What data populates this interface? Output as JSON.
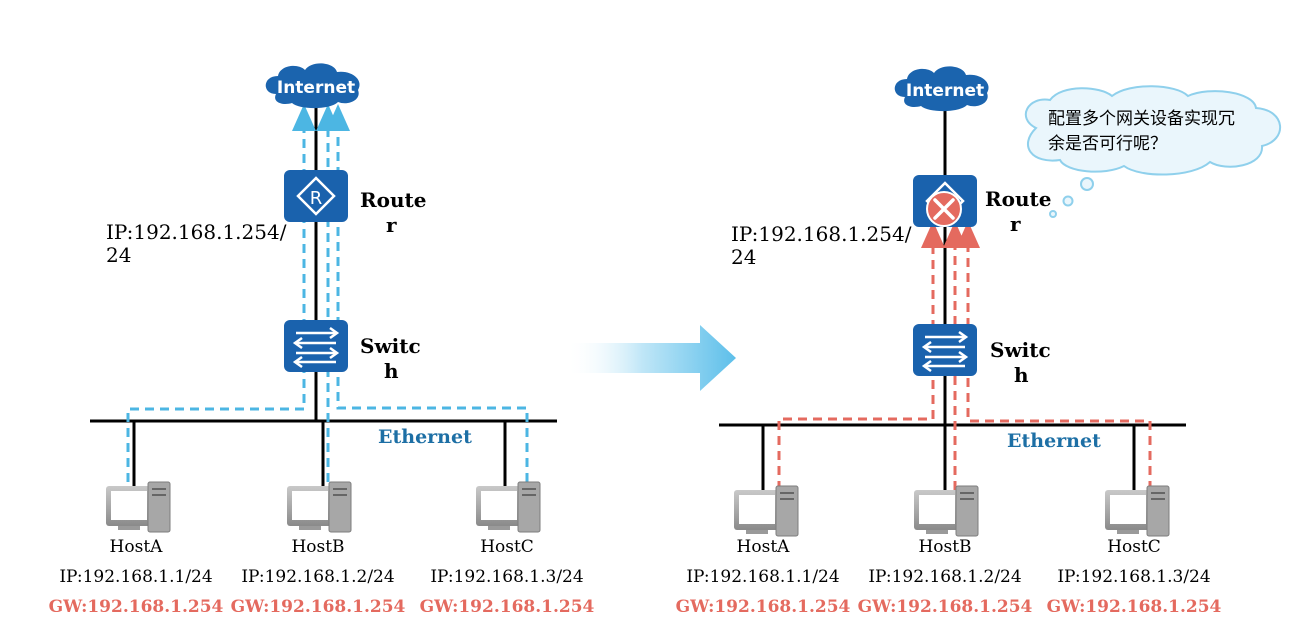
{
  "colors": {
    "device_blue": "#1a62ad",
    "cloud_blue": "#1b64ae",
    "flow_blue": "#4cb6e3",
    "flow_red": "#e46a5f",
    "ethernet_label": "#1d6fa5",
    "gateway_red": "#e46a5f",
    "thought_fill": "#eaf6fc",
    "thought_stroke": "#8fd0ec",
    "arrow_fill": "#6fc6ec"
  },
  "left": {
    "internet_label": "Internet",
    "router_label_1": "Route",
    "router_label_2": "r",
    "router_ip_1": "IP:192.168.1.254/",
    "router_ip_2": "24",
    "switch_label_1": "Switc",
    "switch_label_2": "h",
    "ethernet_label": "Ethernet",
    "hosts": [
      {
        "name": "HostA",
        "ip": "IP:192.168.1.1/24",
        "gw": "GW:192.168.1.254"
      },
      {
        "name": "HostB",
        "ip": "IP:192.168.1.2/24",
        "gw": "GW:192.168.1.254"
      },
      {
        "name": "HostC",
        "ip": "IP:192.168.1.3/24",
        "gw": "GW:192.168.1.254"
      }
    ]
  },
  "right": {
    "internet_label": "Internet",
    "router_label_1": "Route",
    "router_label_2": "r",
    "router_ip_1": "IP:192.168.1.254/",
    "router_ip_2": "24",
    "switch_label_1": "Switc",
    "switch_label_2": "h",
    "ethernet_label": "Ethernet",
    "thought_line_1": "配置多个网关设备实现冗",
    "thought_line_2": "余是否可行呢？",
    "hosts": [
      {
        "name": "HostA",
        "ip": "IP:192.168.1.1/24",
        "gw": "GW:192.168.1.254"
      },
      {
        "name": "HostB",
        "ip": "IP:192.168.1.2/24",
        "gw": "GW:192.168.1.254"
      },
      {
        "name": "HostC",
        "ip": "IP:192.168.1.3/24",
        "gw": "GW:192.168.1.254"
      }
    ]
  }
}
